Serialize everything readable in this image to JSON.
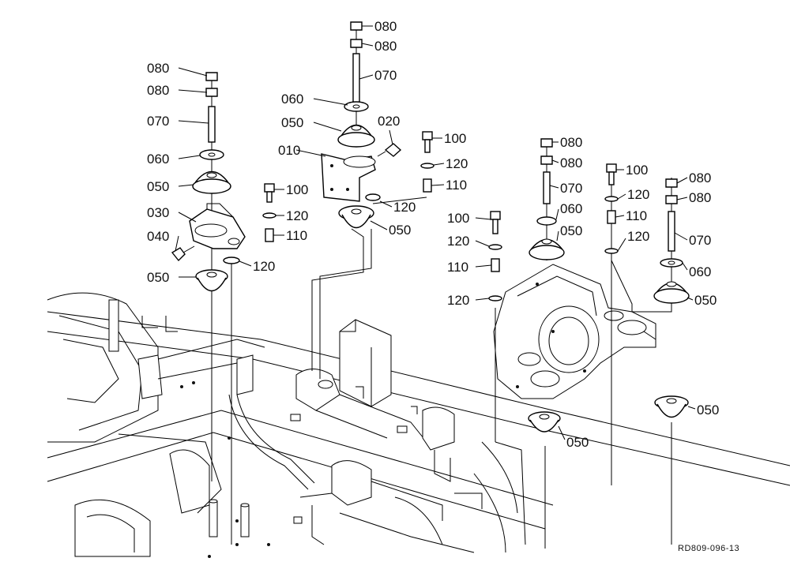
{
  "diagram": {
    "reference": "RD809-096-13",
    "labels": {
      "l01": "080",
      "l02": "080",
      "l03": "070",
      "l04": "060",
      "l05": "050",
      "l06": "030",
      "l07": "040",
      "l08": "050",
      "l09": "100",
      "l10": "120",
      "l11": "110",
      "l12": "120",
      "l13": "080",
      "l14": "080",
      "l15": "070",
      "l16": "060",
      "l17": "050",
      "l18": "020",
      "l19": "010",
      "l20": "120",
      "l21": "050",
      "l22": "100",
      "l23": "120",
      "l24": "110",
      "l25": "100",
      "l26": "120",
      "l27": "110",
      "l28": "120",
      "l29": "080",
      "l30": "080",
      "l31": "070",
      "l32": "060",
      "l33": "050",
      "l34": "100",
      "l35": "120",
      "l36": "110",
      "l37": "120",
      "l38": "080",
      "l39": "080",
      "l40": "070",
      "l41": "060",
      "l42": "050",
      "l43": "050",
      "l44": "050"
    }
  }
}
